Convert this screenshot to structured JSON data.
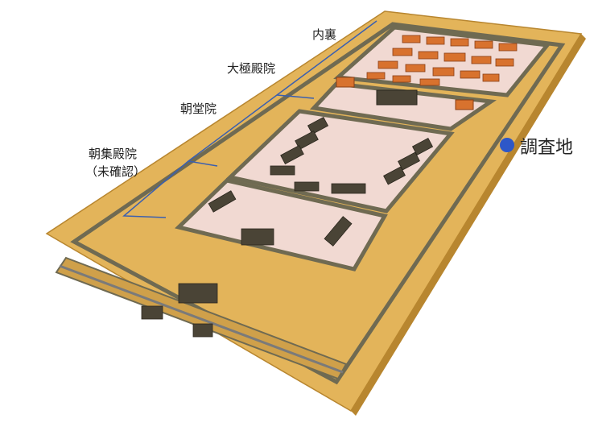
{
  "labels": {
    "dairi": "内裏",
    "daigokuden": "大極殿院",
    "chodoin": "朝堂院",
    "choshuden_l1": "朝集殿院",
    "choshuden_l2": "（未確認）",
    "survey": "調査地"
  },
  "colors": {
    "background": "#ffffff",
    "ground": "#e3b45a",
    "ground_edge": "#b8862f",
    "wall": "#6f6a52",
    "courtyard": "#f1d9d2",
    "palace_roof": "#d8722e",
    "hall_roof": "#4a4436",
    "bracket_line": "#3a5fb0",
    "survey_dot": "#2d57c8",
    "label_text": "#222222"
  },
  "icons": {
    "survey_marker": "dot-icon"
  }
}
